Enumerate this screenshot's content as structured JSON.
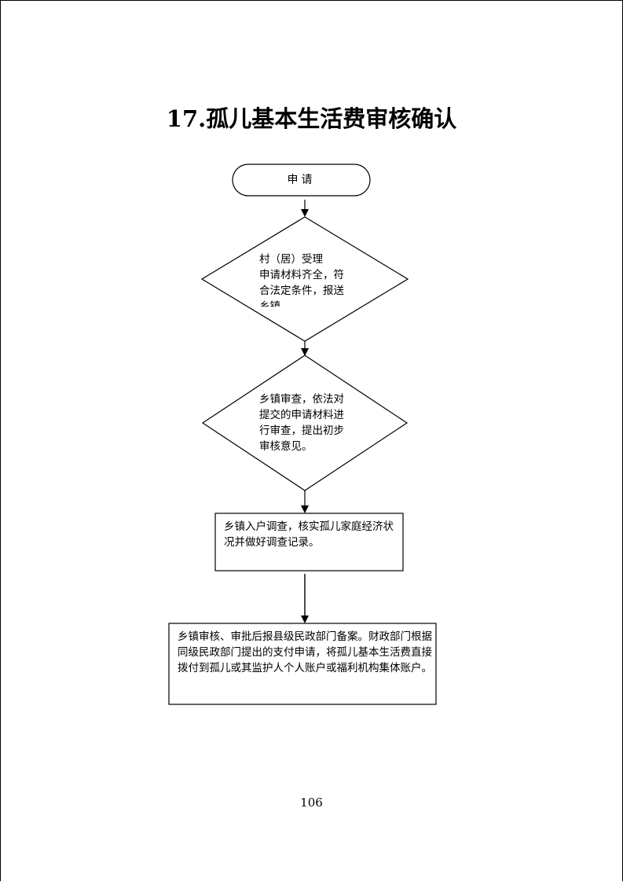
{
  "title": "17.孤儿基本生活费审核确认",
  "flow": {
    "start": "申请",
    "decision1": "村（居）受理\n申请材料齐全，符合法定条件，报送乡镇",
    "decision2": "乡镇审查，依法对提交的申请材料进行审查，提出初步审核意见。",
    "step1": "乡镇入户调查，核实孤儿家庭经济状况并做好调查记录。",
    "step2": "乡镇审核、审批后报县级民政部门备案。财政部门根据同级民政部门提出的支付申请，将孤儿基本生活费直接拨付到孤儿或其监护人个人账户或福利机构集体账户。"
  },
  "page_number": "106"
}
